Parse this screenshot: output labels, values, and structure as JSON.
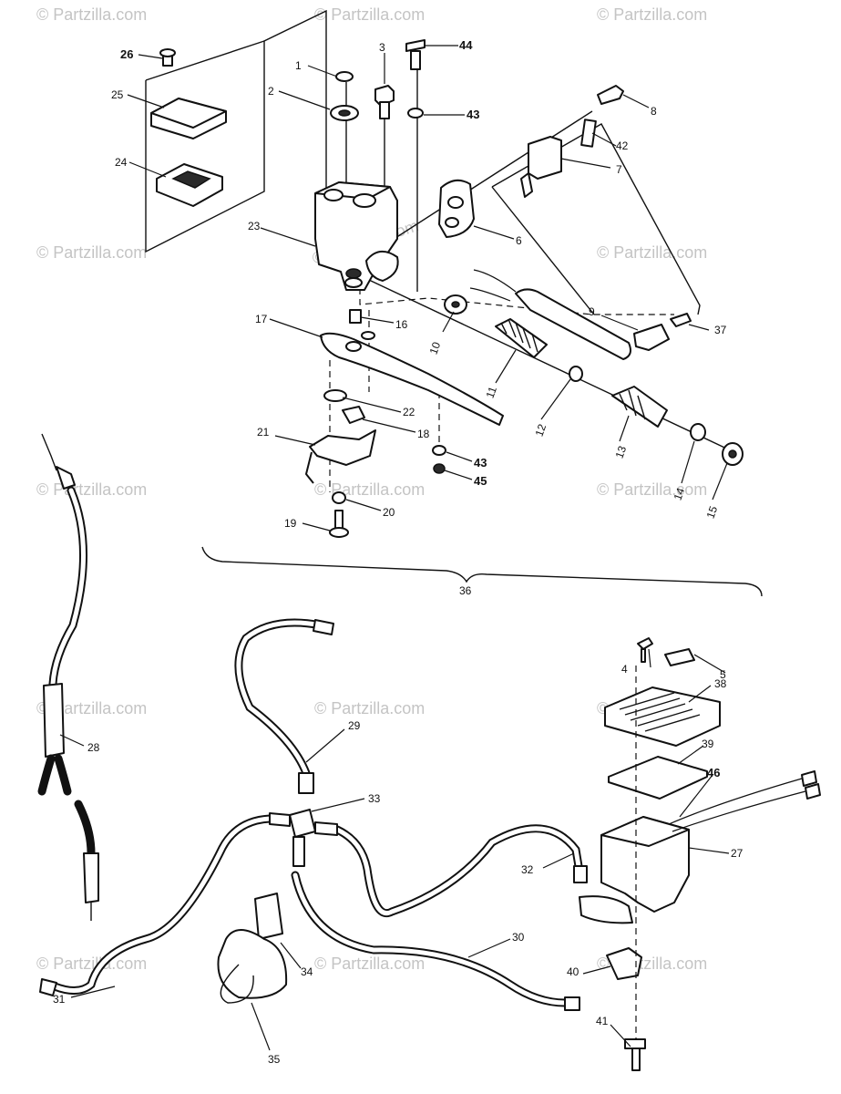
{
  "diagram": {
    "watermark": "© Partzilla.com",
    "callouts": {
      "c1": "1",
      "c2": "2",
      "c3": "3",
      "c4": "4",
      "c5": "5",
      "c6": "6",
      "c7": "7",
      "c8": "8",
      "c9": "9",
      "c10": "10",
      "c11": "11",
      "c12": "12",
      "c13": "13",
      "c14": "14",
      "c15": "15",
      "c16": "16",
      "c17": "17",
      "c18": "18",
      "c19": "19",
      "c20": "20",
      "c21": "21",
      "c22": "22",
      "c23": "23",
      "c24": "24",
      "c25": "25",
      "c26": "26",
      "c27": "27",
      "c28": "28",
      "c29": "29",
      "c30": "30",
      "c31": "31",
      "c32": "32",
      "c33": "33",
      "c34": "34",
      "c35": "35",
      "c36": "36",
      "c37": "37",
      "c38": "38",
      "c39": "39",
      "c40": "40",
      "c41": "41",
      "c42": "42",
      "c43a": "43",
      "c43b": "43",
      "c44": "44",
      "c45": "45",
      "c46": "46"
    }
  }
}
